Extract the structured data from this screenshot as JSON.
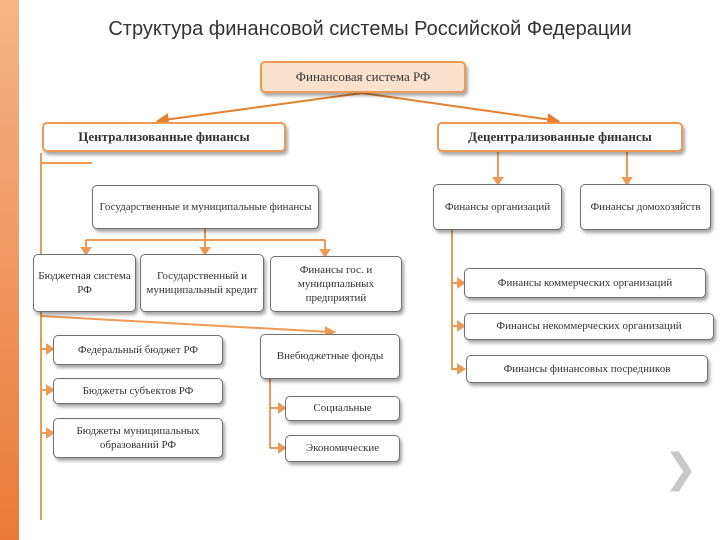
{
  "title": "Структура финансовой системы Российской Федерации",
  "root": "Финансовая система РФ",
  "centralized": {
    "label": "Централизованные финансы",
    "state_municipal": "Государственные и муниципальные финансы",
    "budget_system": "Бюджетная система РФ",
    "state_credit": "Государственный и муниципальный кредит",
    "state_enterprises": "Финансы гос. и муниципальных предприятий",
    "federal_budget": "Федеральный бюджет РФ",
    "subject_budgets": "Бюджеты субъектов РФ",
    "municipal_budgets": "Бюджеты муниципальных образований РФ",
    "extrabudgetary": "Внебюджетные фонды",
    "social": "Социальные",
    "economic": "Экономические"
  },
  "decentralized": {
    "label": "Децентрализованные финансы",
    "organizations": "Финансы организаций",
    "households": "Финансы домохозяйств",
    "commercial": "Финансы коммерческих организаций",
    "noncommercial": "Финансы некоммерческих организаций",
    "intermediaries": "Финансы финансовых посредников"
  },
  "colors": {
    "accent": "#ec9a56",
    "root_fill": "#fbe2cf",
    "sidebar": "#f0925a"
  },
  "icons": {
    "next": "chevron-right-icon"
  }
}
